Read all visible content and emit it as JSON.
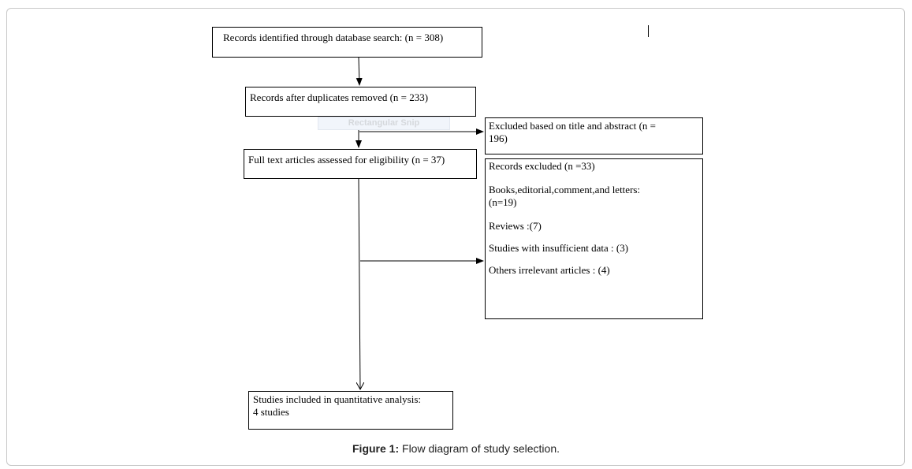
{
  "diagram": {
    "boxes": {
      "identified": "Records identified through database search:  (n = 308)",
      "after_duplicates": "Records after duplicates removed  (n = 233)",
      "excluded_title_abstract": [
        "Excluded based on title and abstract (n =",
        "196)"
      ],
      "full_text": "Full text articles assessed for eligibility (n = 37)",
      "records_excluded": {
        "header": "Records excluded (n =33)",
        "items": [
          [
            "Books,editorial,comment,and letters:",
            "(n=19)"
          ],
          "Reviews :(7)",
          "Studies with insufficient data : (3)",
          "Others irrelevant articles : (4)"
        ]
      },
      "included": [
        "Studies included in quantitative analysis:",
        "4 studies"
      ]
    },
    "overlay_label": "Rectangular Snip"
  },
  "caption": {
    "label": "Figure 1:",
    "text": "Flow diagram of study selection."
  }
}
